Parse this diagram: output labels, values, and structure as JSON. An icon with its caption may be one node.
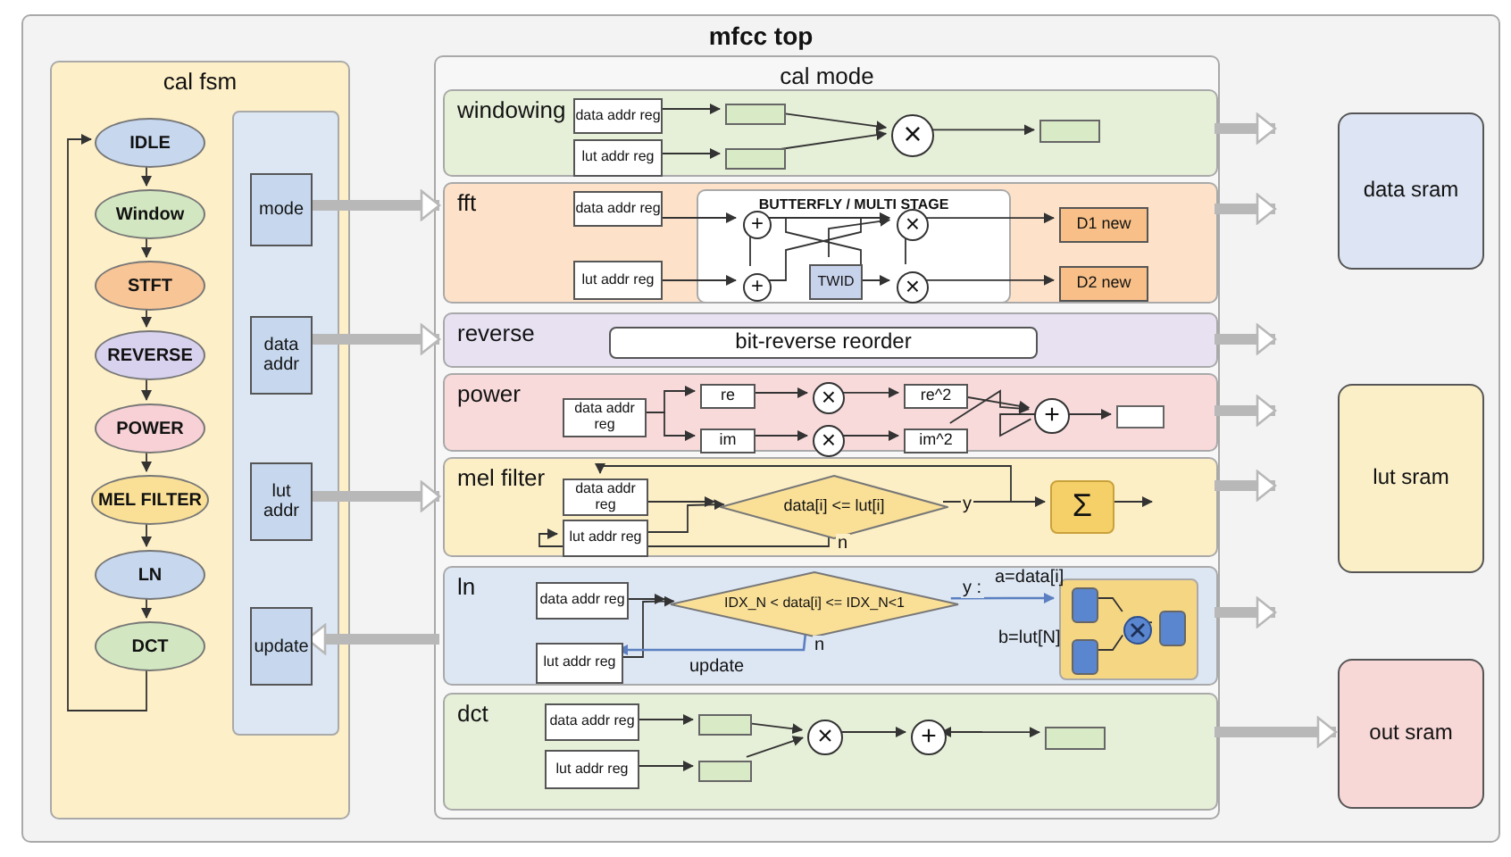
{
  "diagram": {
    "nodes": [
      {
        "text": [
          "mfcc top"
        ]
      },
      {
        "text": [
          "cal fsm"
        ],
        "in": 0
      },
      {
        "text": [
          "IDLE"
        ],
        "in": 1
      },
      {
        "text": [
          "Window"
        ],
        "in": 1
      },
      {
        "text": [
          "STFT"
        ],
        "in": 1
      },
      {
        "text": [
          "REVERSE"
        ],
        "in": 1
      },
      {
        "text": [
          "POWER"
        ],
        "in": 1
      },
      {
        "text": [
          "MEL FILTER"
        ],
        "in": 1
      },
      {
        "text": [
          "LN"
        ],
        "in": 1
      },
      {
        "text": [
          "DCT"
        ],
        "in": 1
      },
      {
        "text": [],
        "shape": "box",
        "in": 1
      },
      {
        "text": [
          "mode"
        ],
        "in": 10
      },
      {
        "text": [
          "data addr"
        ],
        "in": 10
      },
      {
        "text": [
          "lut addr"
        ],
        "in": 10
      },
      {
        "text": [
          "update"
        ],
        "in": 10
      },
      {
        "text": [
          "cal mode"
        ],
        "in": 0
      },
      {
        "text": [
          "windowing"
        ],
        "in": 15
      },
      {
        "text": [
          "data addr reg"
        ],
        "in": 16
      },
      {
        "text": [
          "lut addr reg"
        ],
        "in": 16
      },
      {
        "text": [],
        "shape": "box",
        "in": 16
      },
      {
        "text": [],
        "shape": "box",
        "in": 16
      },
      {
        "text": [
          "×"
        ],
        "in": 16
      },
      {
        "text": [],
        "shape": "box",
        "in": 16
      },
      {
        "text": [
          "fft"
        ],
        "in": 15
      },
      {
        "text": [
          "data addr reg"
        ],
        "in": 23
      },
      {
        "text": [
          "lut addr reg"
        ],
        "in": 23
      },
      {
        "text": [
          "BUTTERFLY / MULTI STAGE"
        ],
        "in": 23
      },
      {
        "text": [
          "+"
        ],
        "in": 26
      },
      {
        "text": [
          "+"
        ],
        "in": 26
      },
      {
        "text": [
          "×"
        ],
        "in": 26
      },
      {
        "text": [
          "×"
        ],
        "in": 26
      },
      {
        "text": [
          "TWID"
        ],
        "in": 26
      },
      {
        "text": [
          "D1 new"
        ],
        "in": 23
      },
      {
        "text": [
          "D2 new"
        ],
        "in": 23
      },
      {
        "text": [
          "reverse"
        ],
        "in": 15
      },
      {
        "text": [
          "bit-reverse reorder"
        ],
        "in": 34
      },
      {
        "text": [
          "power"
        ],
        "in": 15
      },
      {
        "text": [
          "data addr reg"
        ],
        "in": 36
      },
      {
        "text": [
          "re"
        ],
        "in": 36
      },
      {
        "text": [
          "im"
        ],
        "in": 36
      },
      {
        "text": [
          "×"
        ],
        "in": 36
      },
      {
        "text": [
          "×"
        ],
        "in": 36
      },
      {
        "text": [
          "re^2"
        ],
        "in": 36
      },
      {
        "text": [
          "im^2"
        ],
        "in": 36
      },
      {
        "text": [
          "+"
        ],
        "in": 36
      },
      {
        "text": [],
        "shape": "box",
        "in": 36
      },
      {
        "text": [
          "mel filter"
        ],
        "in": 15
      },
      {
        "text": [
          "data addr reg"
        ],
        "in": 46
      },
      {
        "text": [
          "lut addr reg"
        ],
        "in": 46
      },
      {
        "text": [
          "data[i] <= lut[i]"
        ],
        "in": 46
      },
      {
        "text": [
          "Σ"
        ],
        "in": 46
      },
      {
        "text": [
          "ln"
        ],
        "in": 15
      },
      {
        "text": [
          "data addr reg"
        ],
        "in": 51
      },
      {
        "text": [
          "lut addr reg"
        ],
        "in": 51
      },
      {
        "text": [
          "IDX_N < data[i] <= IDX_N<1"
        ],
        "in": 51
      },
      {
        "text": [],
        "shape": "box",
        "in": 51
      },
      {
        "text": [],
        "shape": "box",
        "in": 55
      },
      {
        "text": [],
        "shape": "box",
        "in": 55
      },
      {
        "text": [],
        "shape": "circle",
        "in": 55
      },
      {
        "text": [],
        "shape": "box",
        "in": 55
      },
      {
        "text": [
          "dct"
        ],
        "in": 15
      },
      {
        "text": [
          "data addr reg"
        ],
        "in": 60
      },
      {
        "text": [
          "lut addr reg"
        ],
        "in": 60
      },
      {
        "text": [],
        "shape": "box",
        "in": 60
      },
      {
        "text": [],
        "shape": "box",
        "in": 60
      },
      {
        "text": [
          "×"
        ],
        "in": 60
      },
      {
        "text": [
          "+"
        ],
        "in": 60
      },
      {
        "text": [],
        "shape": "box",
        "in": 60
      },
      {
        "text": [
          "data sram"
        ],
        "in": 0
      },
      {
        "text": [
          "lut sram"
        ],
        "in": 0
      },
      {
        "text": [
          "out sram"
        ],
        "in": 0
      }
    ],
    "edges": [
      {
        "from": 2,
        "to": 3,
        "arrow": "to"
      },
      {
        "from": 3,
        "to": 4,
        "arrow": "to"
      },
      {
        "from": 4,
        "to": 5,
        "arrow": "to"
      },
      {
        "from": 5,
        "to": 6,
        "arrow": "to"
      },
      {
        "from": 6,
        "to": 7,
        "arrow": "to"
      },
      {
        "from": 7,
        "to": 8,
        "arrow": "to"
      },
      {
        "from": 8,
        "to": 9,
        "arrow": "to"
      },
      {
        "from": 9,
        "to": 2,
        "arrow": "to"
      },
      {
        "from": 11,
        "to": 23,
        "arrow": "to",
        "style": "thick",
        "color": "#b8b8b8"
      },
      {
        "from": 12,
        "to": 34,
        "arrow": "to",
        "style": "thick",
        "color": "#b8b8b8"
      },
      {
        "from": 13,
        "to": 46,
        "arrow": "to",
        "style": "thick",
        "color": "#b8b8b8"
      },
      {
        "from": 51,
        "to": 14,
        "arrow": "to",
        "style": "thick",
        "color": "#b8b8b8"
      },
      {
        "from": 16,
        "to": null,
        "arrow": "to",
        "style": "thick",
        "color": "#b8b8b8"
      },
      {
        "from": 23,
        "to": null,
        "arrow": "to",
        "style": "thick",
        "color": "#b8b8b8"
      },
      {
        "from": 34,
        "to": null,
        "arrow": "to",
        "style": "thick",
        "color": "#b8b8b8"
      },
      {
        "from": 36,
        "to": null,
        "arrow": "to",
        "style": "thick",
        "color": "#b8b8b8"
      },
      {
        "from": 46,
        "to": null,
        "arrow": "to",
        "style": "thick",
        "color": "#b8b8b8"
      },
      {
        "from": 51,
        "to": null,
        "arrow": "to",
        "style": "thick",
        "color": "#b8b8b8"
      },
      {
        "from": 60,
        "to": 70,
        "arrow": "to",
        "style": "thick",
        "color": "#b8b8b8"
      },
      {
        "from": 17,
        "to": 19,
        "arrow": "to"
      },
      {
        "from": 18,
        "to": 20,
        "arrow": "to"
      },
      {
        "from": 19,
        "to": 21,
        "arrow": "to"
      },
      {
        "from": 20,
        "to": 21,
        "arrow": "to"
      },
      {
        "from": 21,
        "to": 22,
        "arrow": "to"
      },
      {
        "from": 24,
        "to": 27,
        "arrow": "to"
      },
      {
        "from": 25,
        "to": 28,
        "arrow": "to"
      },
      {
        "from": 27,
        "to": 28,
        "arrow": "none"
      },
      {
        "from": 27,
        "to": 29,
        "arrow": "to"
      },
      {
        "from": 27,
        "to": 30,
        "arrow": "to"
      },
      {
        "from": 28,
        "to": 29,
        "arrow": "to"
      },
      {
        "from": 31,
        "to": 29,
        "arrow": "to"
      },
      {
        "from": 29,
        "to": 30,
        "arrow": "none"
      },
      {
        "from": 29,
        "to": 32,
        "arrow": "to"
      },
      {
        "from": 30,
        "to": 33,
        "arrow": "to"
      },
      {
        "from": 37,
        "to": 38,
        "arrow": "to"
      },
      {
        "from": 37,
        "to": 39,
        "arrow": "to"
      },
      {
        "from": 38,
        "to": 40,
        "arrow": "to"
      },
      {
        "from": 39,
        "to": 41,
        "arrow": "to"
      },
      {
        "from": 40,
        "to": 42,
        "arrow": "to"
      },
      {
        "from": 41,
        "to": 43,
        "arrow": "to"
      },
      {
        "from": 42,
        "to": 44,
        "arrow": "to"
      },
      {
        "from": 43,
        "to": 44,
        "arrow": "to"
      },
      {
        "from": 44,
        "to": 45,
        "arrow": "to"
      },
      {
        "from": 47,
        "to": 49,
        "arrow": "to"
      },
      {
        "from": 48,
        "to": 49,
        "arrow": "to"
      },
      {
        "from": 49,
        "to": 50,
        "label": "y",
        "arrow": "to"
      },
      {
        "from": 49,
        "to": 47,
        "arrow": "to"
      },
      {
        "from": 49,
        "to": 48,
        "label": "n",
        "arrow": "to"
      },
      {
        "from": 50,
        "to": null,
        "arrow": "to"
      },
      {
        "from": 52,
        "to": 54,
        "arrow": "to"
      },
      {
        "from": 53,
        "to": 54,
        "arrow": "to"
      },
      {
        "from": 54,
        "to": 55,
        "label": "y :",
        "arrow": "to",
        "color": "#5b7fc0"
      },
      {
        "from": 54,
        "to": 53,
        "label": "n",
        "arrow": "to",
        "color": "#5b7fc0"
      },
      {
        "from": 56,
        "to": 58,
        "arrow": "none"
      },
      {
        "from": 57,
        "to": 58,
        "arrow": "none"
      },
      {
        "from": 58,
        "to": 59,
        "arrow": "none"
      },
      {
        "from": 61,
        "to": 63,
        "arrow": "to"
      },
      {
        "from": 62,
        "to": 64,
        "arrow": "to"
      },
      {
        "from": 63,
        "to": 65,
        "arrow": "to"
      },
      {
        "from": 64,
        "to": 65,
        "arrow": "to"
      },
      {
        "from": 65,
        "to": 66,
        "arrow": "to"
      },
      {
        "from": 66,
        "to": 67,
        "arrow": "to"
      },
      {
        "from": 66,
        "to": 66,
        "arrow": "to"
      }
    ],
    "labels": [
      "a=data[i]",
      "b=lut[N]",
      "update"
    ]
  }
}
